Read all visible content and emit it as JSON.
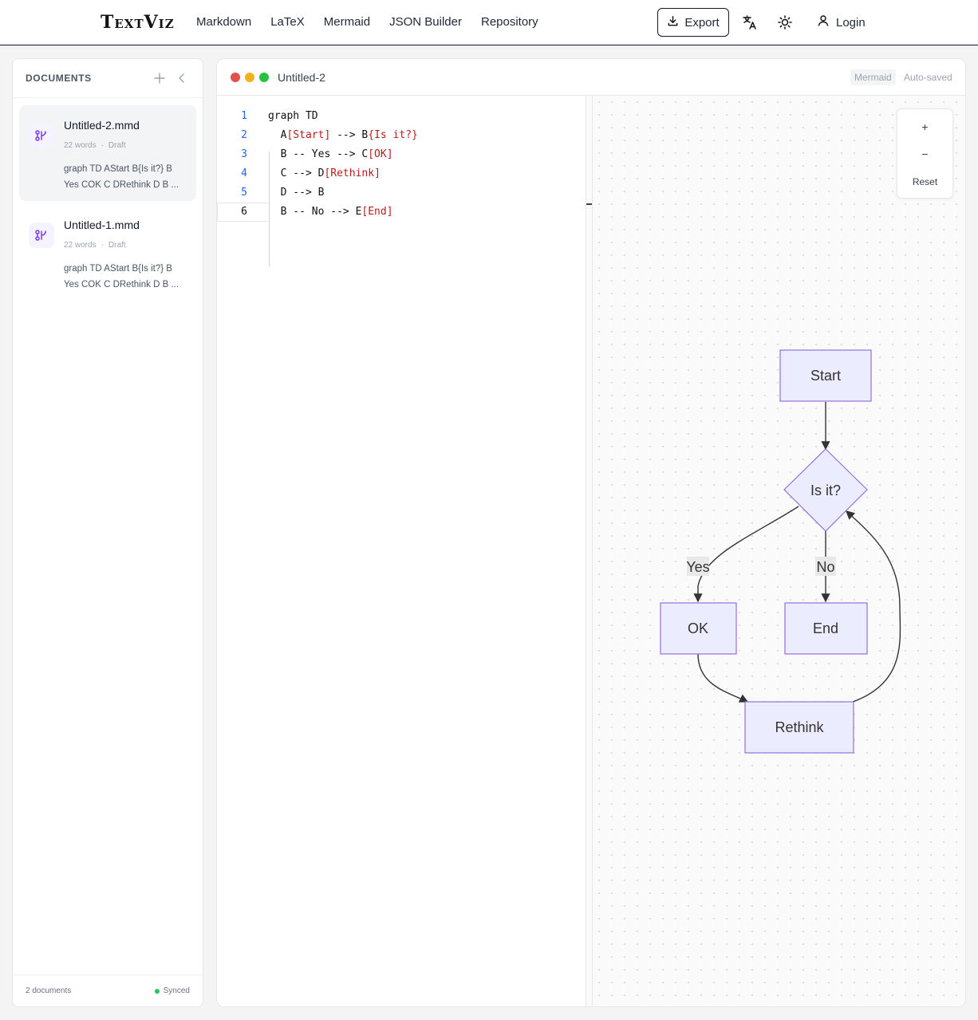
{
  "brand": "TextViz",
  "nav": [
    "Markdown",
    "LaTeX",
    "Mermaid",
    "JSON Builder",
    "Repository"
  ],
  "header": {
    "export_label": "Export",
    "translate_icon": "translate-icon",
    "theme_icon": "sun-icon",
    "login_label": "Login"
  },
  "sidebar": {
    "title": "DOCUMENTS",
    "documents": [
      {
        "name": "Untitled-2.mmd",
        "words": "22 words",
        "status": "Draft",
        "preview": "graph TD AStart B{Is it?} B Yes COK C DRethink D B ..."
      },
      {
        "name": "Untitled-1.mmd",
        "words": "22 words",
        "status": "Draft",
        "preview": "graph TD AStart B{Is it?} B Yes COK C DRethink D B ..."
      }
    ],
    "footer_count": "2 documents",
    "footer_status": "Synced"
  },
  "editor": {
    "title": "Untitled-2",
    "tag_lang": "Mermaid",
    "tag_save": "Auto-saved",
    "line_numbers": [
      "1",
      "2",
      "3",
      "4",
      "5",
      "6"
    ]
  },
  "zoom": {
    "plus": "+",
    "minus": "−",
    "reset": "Reset"
  },
  "diagram": {
    "nodes": {
      "start": "Start",
      "decision": "Is it?",
      "ok": "OK",
      "end": "End",
      "rethink": "Rethink"
    },
    "edge_labels": {
      "yes": "Yes",
      "no": "No"
    }
  },
  "colors": {
    "node_fill": "#ececff",
    "node_stroke": "#9370db",
    "accent": "#7c3aed",
    "code_string": "#b91c1c",
    "line_number": "#2563eb"
  }
}
